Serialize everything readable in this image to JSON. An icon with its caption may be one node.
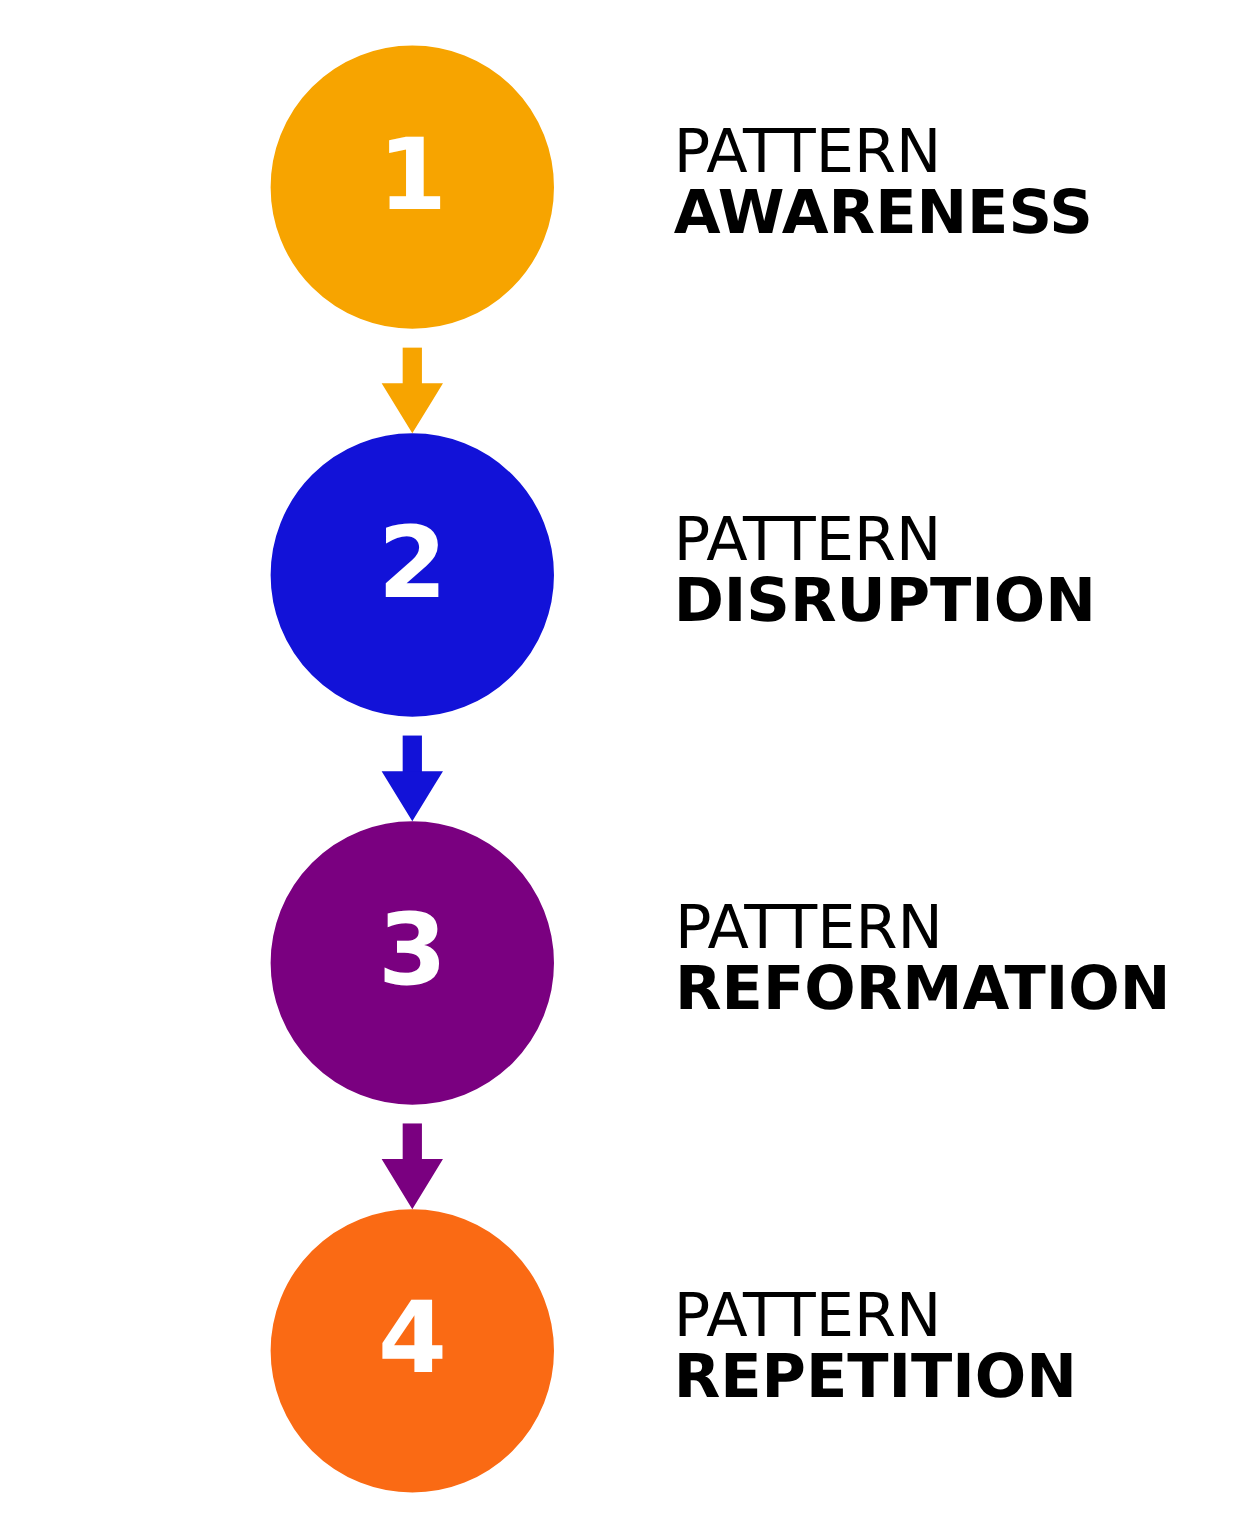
{
  "diagram": {
    "nodes": [
      {
        "text": [
          "1"
        ],
        "beside": [
          "PATTERN",
          "AWARENESS"
        ]
      },
      {
        "text": [
          "2"
        ],
        "beside": [
          "PATTERN",
          "DISRUPTION"
        ]
      },
      {
        "text": [
          "3"
        ],
        "beside": [
          "PATTERN",
          "REFORMATION"
        ]
      },
      {
        "text": [
          "4"
        ],
        "beside": [
          "PATTERN",
          "REPETITION"
        ]
      }
    ],
    "edges": [
      {
        "from": 0,
        "to": 1,
        "arrow": "to",
        "color": "#f7a400"
      },
      {
        "from": 1,
        "to": 2,
        "arrow": "to",
        "color": "#1212d8"
      },
      {
        "from": 2,
        "to": 3,
        "arrow": "to",
        "color": "#7a0080"
      }
    ]
  }
}
